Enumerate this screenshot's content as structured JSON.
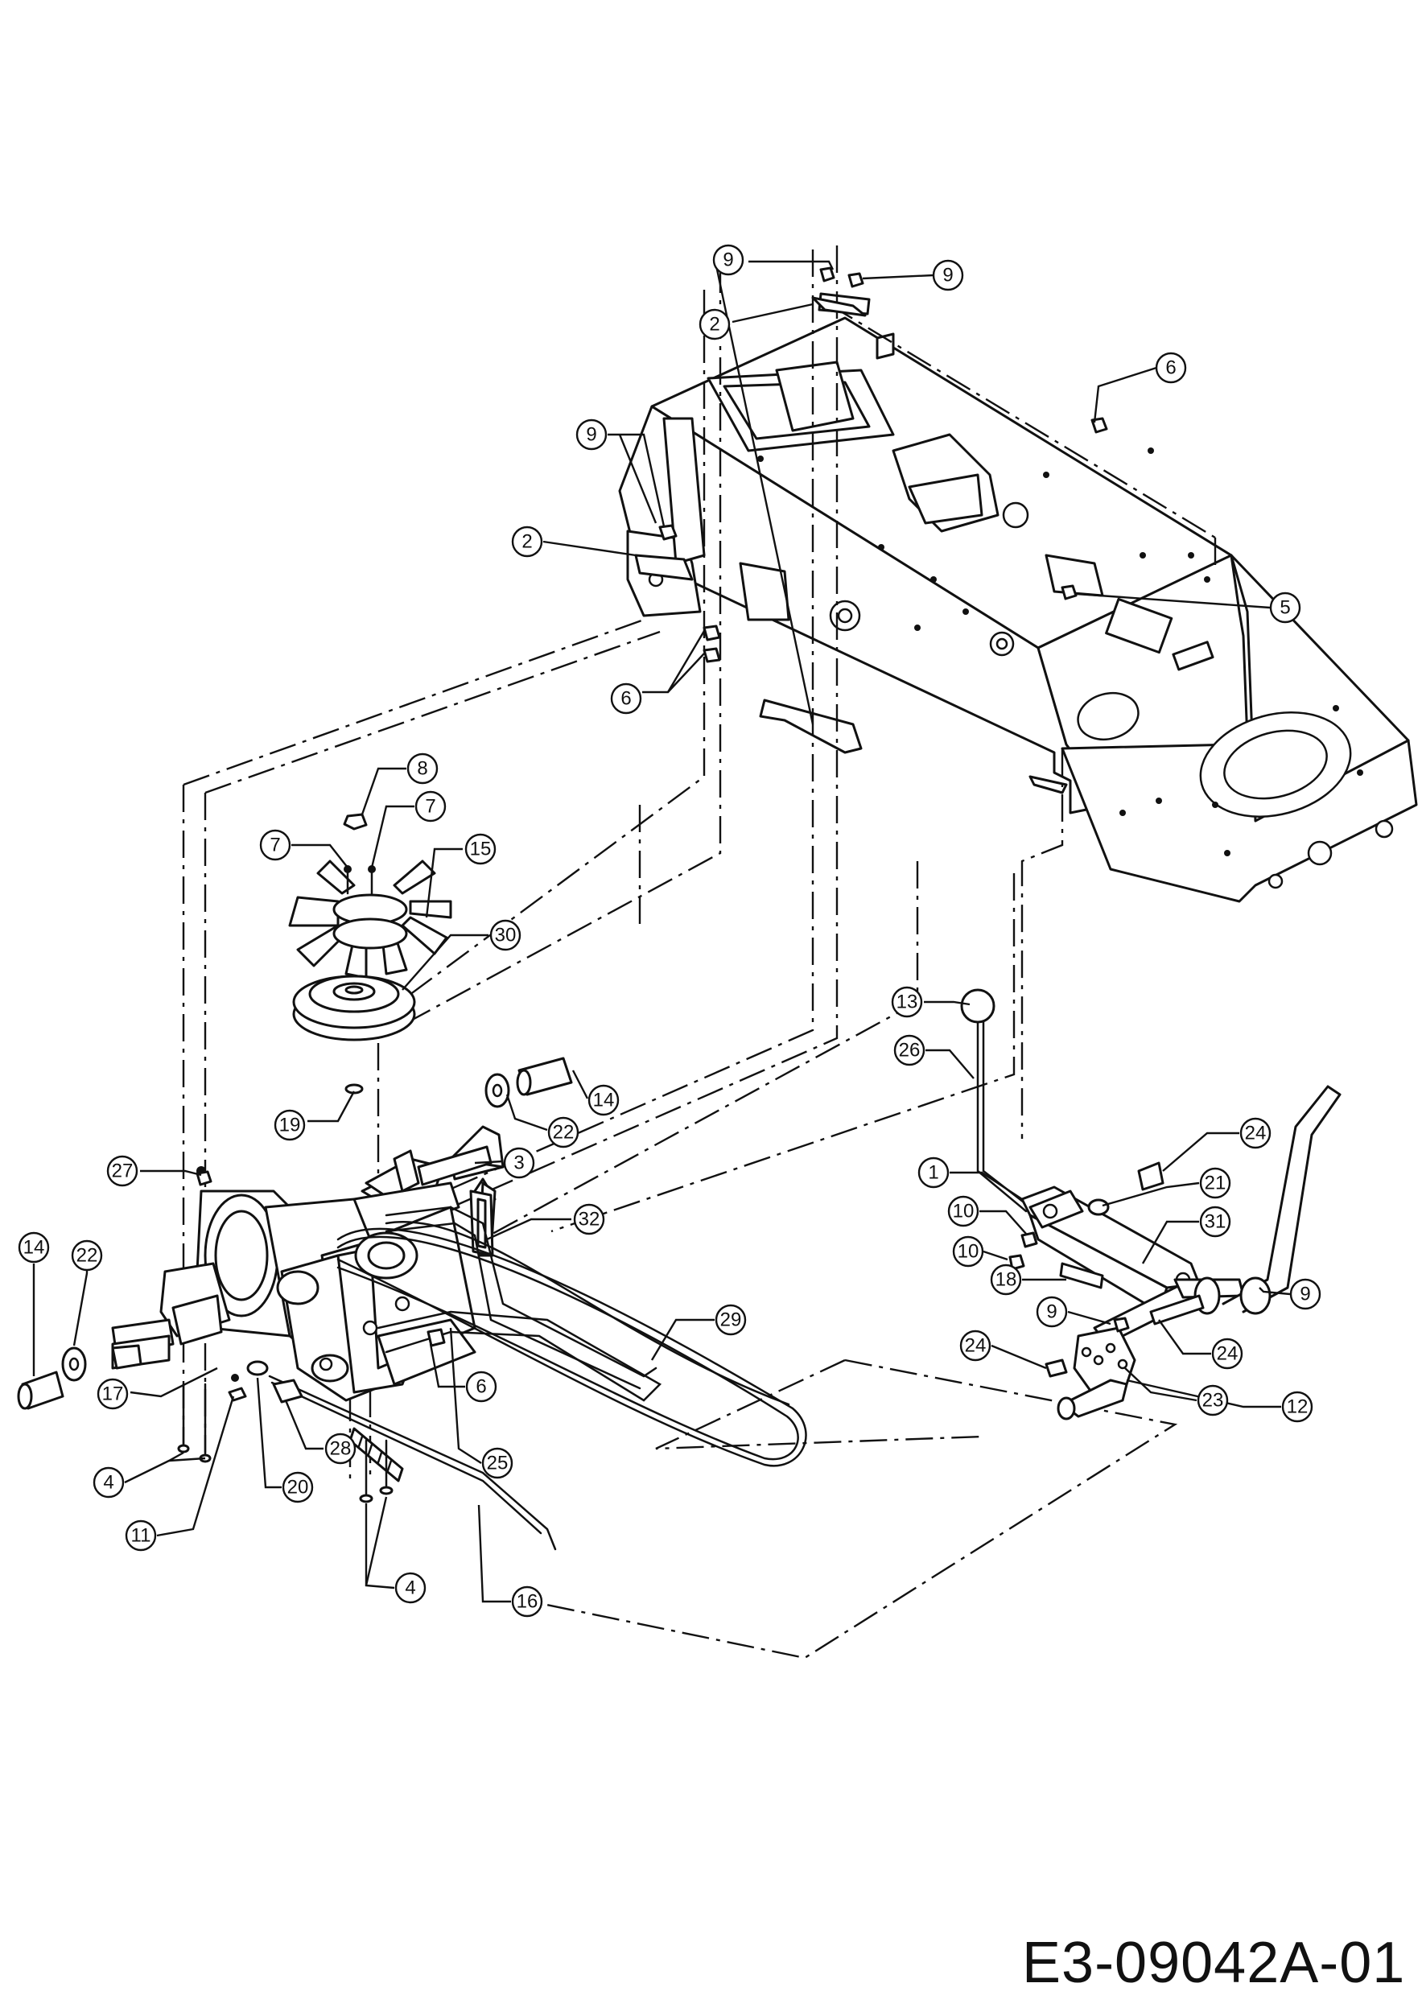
{
  "drawing_number": "E3-09042A-01",
  "callouts": {
    "c1": "9",
    "c2": "9",
    "c3": "2",
    "c4": "6",
    "c5": "9",
    "c6": "2",
    "c7": "5",
    "c8": "6",
    "c9": "8",
    "c10": "7",
    "c11": "7",
    "c12": "15",
    "c13": "30",
    "c14": "19",
    "c15": "14",
    "c16": "22",
    "c17": "3",
    "c18": "27",
    "c19": "32",
    "c20": "14",
    "c21": "22",
    "c22": "29",
    "c23": "17",
    "c24": "6",
    "c25": "4",
    "c26": "28",
    "c27": "20",
    "c28": "25",
    "c29": "11",
    "c30": "4",
    "c31": "16",
    "c32": "13",
    "c33": "26",
    "c34": "24",
    "c35": "1",
    "c36": "21",
    "c37": "10",
    "c38": "31",
    "c39": "10",
    "c40": "18",
    "c41": "9",
    "c42": "9",
    "c43": "24",
    "c44": "24",
    "c45": "23",
    "c46": "12"
  }
}
